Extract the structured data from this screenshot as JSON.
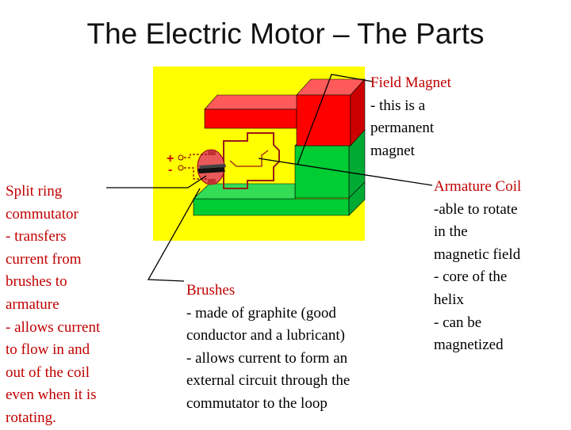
{
  "title": "The Electric Motor – The Parts",
  "labels": {
    "field_magnet": {
      "heading": "Field Magnet",
      "body": "- this is a\npermanent\nmagnet"
    },
    "armature_coil": {
      "heading": "Armature Coil",
      "body": "-able to rotate\nin the\nmagnetic field\n- core of the\nhelix\n- can be\nmagnetized"
    },
    "split_ring": {
      "text": "Split ring\ncommutator\n- transfers\ncurrent from\nbrushes to\narmature\n- allows current\nto flow in and\nout of the coil\neven when it is\nrotating."
    },
    "brushes": {
      "heading": "Brushes",
      "body": "- made of graphite (good\nconductor and a lubricant)\n- allows current to form an\nexternal circuit through the\ncommutator to the loop"
    },
    "terminals": {
      "plus": "+",
      "minus": "-"
    }
  },
  "colors": {
    "background_panel": "#ffff00",
    "magnet_red": "#ff0000",
    "magnet_green": "#00cc33",
    "heading_red": "#c00000",
    "wire_dark": "#8b0000",
    "commutator_pink": "#e85a5a"
  }
}
